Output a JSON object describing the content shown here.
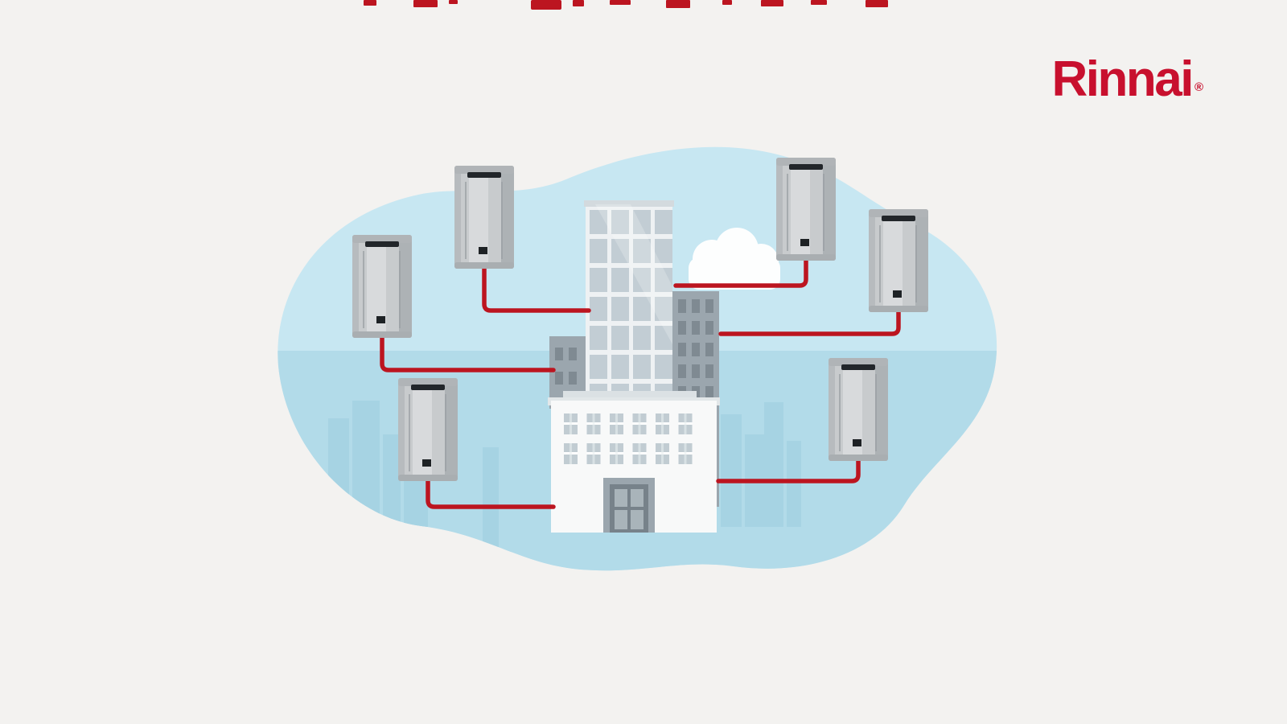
{
  "brand": {
    "logo_text": "Rinnai",
    "registered_mark": "®",
    "logo_color": "#C8102E"
  },
  "colors": {
    "background": "#f3f2f0",
    "blob_top": "#c7e7f2",
    "blob_bottom": "#b2dbe9",
    "skyline": "#a6d3e3",
    "cloud": "#fdfefe",
    "pipe_red": "#bc1520",
    "heater_body": "#c8cbcd",
    "heater_vent": "#22262a",
    "glass_base": "#eef1f3",
    "glass_window": "#c2cdd4",
    "gray_tower": "#9ba6ae",
    "gray_window": "#7f8a92",
    "white_building": "#f8f9f9"
  },
  "units": [
    {
      "id": "heater-1",
      "position": "upper-left"
    },
    {
      "id": "heater-2",
      "position": "top-left"
    },
    {
      "id": "heater-3",
      "position": "top-right"
    },
    {
      "id": "heater-4",
      "position": "upper-right"
    },
    {
      "id": "heater-5",
      "position": "lower-right"
    },
    {
      "id": "heater-6",
      "position": "lower-left"
    }
  ]
}
